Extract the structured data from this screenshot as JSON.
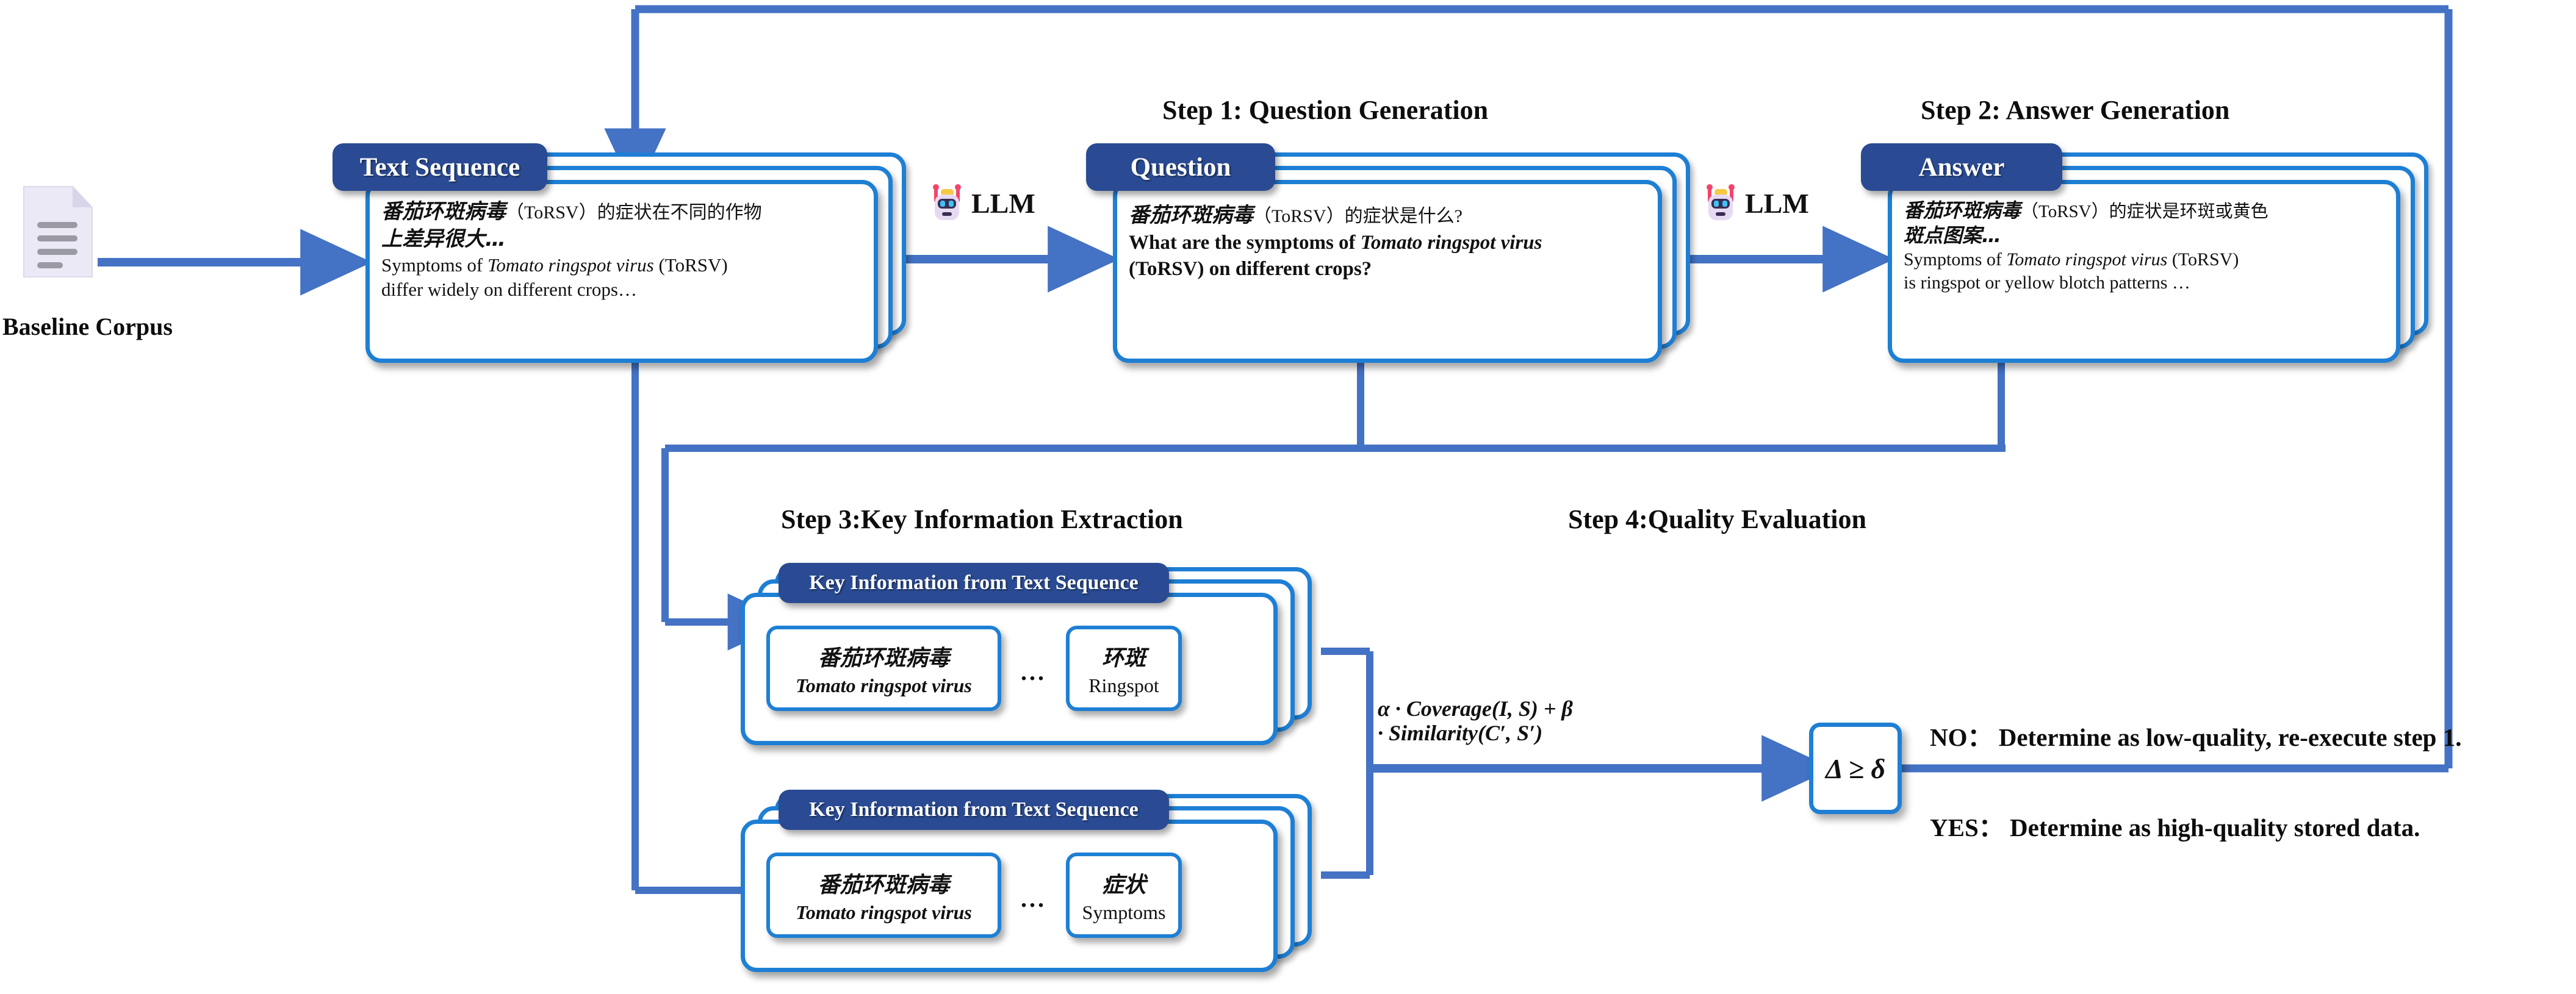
{
  "diagram": {
    "title": "LLM-based QA data generation and quality evaluation pipeline",
    "accent_blue": "#4472c4",
    "card_border_blue": "#1e7fd4",
    "cap_navy": "#2a4b93"
  },
  "corpus": {
    "label": "Baseline Corpus",
    "icon": "document-icon"
  },
  "llm_nodes": [
    {
      "icon": "robot-icon",
      "label": "LLM"
    },
    {
      "icon": "robot-icon",
      "label": "LLM"
    }
  ],
  "steps": [
    {
      "id": "step1",
      "title": "Step 1: Question Generation"
    },
    {
      "id": "step2",
      "title": "Step 2: Answer Generation"
    },
    {
      "id": "step3",
      "title": "Step 3:Key Information Extraction"
    },
    {
      "id": "step4",
      "title": "Step 4:Quality Evaluation"
    }
  ],
  "cards": {
    "text_sequence": {
      "cap": "Text Sequence",
      "lines": [
        {
          "zh": "番茄环斑病毒",
          "rest": "（ToRSV）的症状在不同的作物"
        },
        {
          "zh": "上差异很大…",
          "rest": ""
        },
        {
          "pre": "Symptoms of ",
          "it": "Tomato ringspot virus",
          "post": " (ToRSV)"
        },
        {
          "pre": "differ widely on different crops…",
          "it": "",
          "post": ""
        }
      ]
    },
    "question": {
      "cap": "Question",
      "lines": [
        {
          "zh": "番茄环斑病毒",
          "rest": "（ToRSV）的症状是什么?"
        },
        {
          "pre": "What are the symptoms of ",
          "it": "Tomato ringspot virus",
          "post": ""
        },
        {
          "pre": "(ToRSV) on different crops?",
          "it": "",
          "post": ""
        }
      ]
    },
    "answer": {
      "cap": "Answer",
      "lines": [
        {
          "zh": "番茄环斑病毒",
          "rest": "（ToRSV）的症状是环斑或黄色"
        },
        {
          "zh": "斑点图案…",
          "rest": ""
        },
        {
          "pre": "Symptoms of ",
          "it": "Tomato ringspot virus",
          "post": " (ToRSV)"
        },
        {
          "pre": "is  ringspot or yellow blotch patterns …",
          "it": "",
          "post": ""
        }
      ]
    },
    "key_info_top": {
      "cap": "Key Information from Text Sequence",
      "entities": [
        {
          "zh": "番茄环斑病毒",
          "en": "Tomato ringspot virus"
        },
        {
          "zh": "环斑",
          "en": "Ringspot"
        }
      ],
      "ellipsis": "..."
    },
    "key_info_bottom": {
      "cap": "Key Information from Text Sequence",
      "entities": [
        {
          "zh": "番茄环斑病毒",
          "en": "Tomato ringspot virus"
        },
        {
          "zh": "症状",
          "en": "Symptoms"
        }
      ],
      "ellipsis": "..."
    }
  },
  "evaluation": {
    "formula_line1": "α · Coverage(I, S) + β",
    "formula_line2": "· Similarity(C′, S′)",
    "decision": "Δ ≥ δ",
    "outcomes": [
      "NO： Determine as low-quality, re-execute step 1.",
      "YES： Determine as high-quality stored data."
    ]
  }
}
